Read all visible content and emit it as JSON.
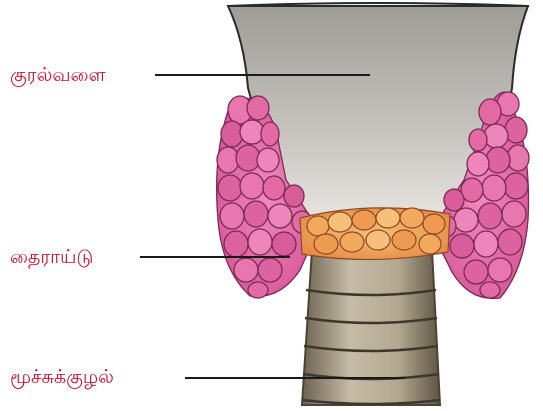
{
  "labels": {
    "larynx": "குரல்வளை",
    "thyroid": "தைராய்டு",
    "trachea": "மூச்சுக்குழல்"
  },
  "colors": {
    "label_text": "#c8102e",
    "leader_line": "#1a1a1a",
    "thyroid_lobe": "#e46aa6",
    "thyroid_isthmus": "#f0a054",
    "larynx_fill": "#b6b2ae",
    "trachea_fill": "#b9ad95"
  }
}
